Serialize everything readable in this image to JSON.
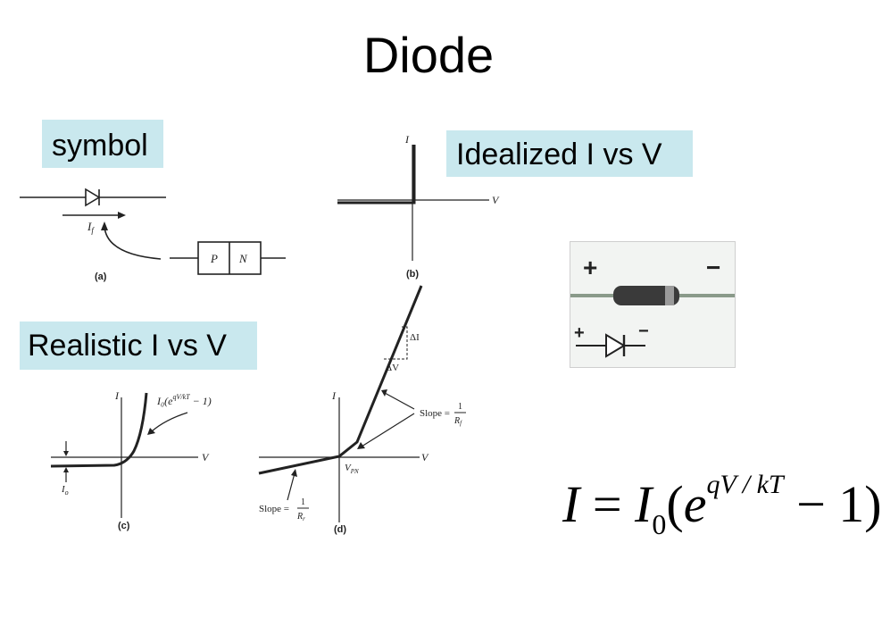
{
  "title": "Diode",
  "labels": {
    "symbol": "symbol",
    "idealized": "Idealized I vs V",
    "realistic": "Realistic I vs V"
  },
  "panel_a": {
    "caption": "(a)",
    "current_label": "I",
    "current_sub": "f",
    "p_label": "P",
    "n_label": "N"
  },
  "panel_b": {
    "caption": "(b)",
    "i_axis": "I",
    "v_axis": "V"
  },
  "panel_c": {
    "caption": "(c)",
    "i_axis": "I",
    "v_axis": "V",
    "curve_label": "I₀(e",
    "curve_exp": "qV/kT",
    "curve_tail": " − 1)",
    "saturation_label": "I",
    "saturation_sub": "o"
  },
  "panel_d": {
    "caption": "(d)",
    "i_axis": "I",
    "v_axis": "V",
    "delta_i": "ΔI",
    "delta_v": "ΔV",
    "slope_f_label": "Slope =",
    "slope_f_num": "1",
    "slope_f_den": "R",
    "slope_f_sub": "f",
    "slope_r_label": "Slope =",
    "slope_r_num": "1",
    "slope_r_den": "R",
    "slope_r_sub": "r",
    "vpn_label": "V",
    "vpn_sub": "PN"
  },
  "photo": {
    "plus_top": "+",
    "minus_top": "−",
    "plus_bottom": "+",
    "minus_bottom": "−"
  },
  "equation": {
    "lhs": "I",
    "equals": "=",
    "i0": "I",
    "i0_sub": "0",
    "open": "(",
    "e": "e",
    "exponent": "qV / kT",
    "minus_one": " − 1)"
  },
  "colors": {
    "label_bg": "#c9e8ee",
    "ink": "#222222"
  }
}
